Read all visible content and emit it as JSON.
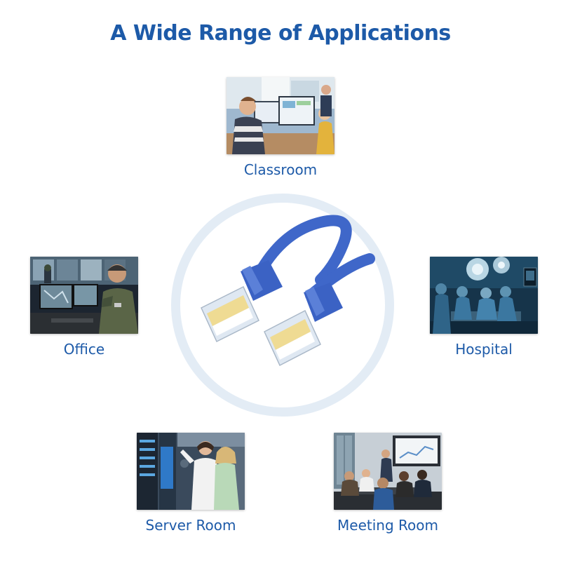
{
  "title": "A Wide Range of Applications",
  "applications": {
    "classroom": {
      "label": "Classroom",
      "photo": "classroom-photo"
    },
    "office": {
      "label": "Office",
      "photo": "office-photo"
    },
    "hospital": {
      "label": "Hospital",
      "photo": "hospital-photo"
    },
    "server_room": {
      "label": "Server Room",
      "photo": "server-room-photo"
    },
    "meeting_room": {
      "label": "Meeting Room",
      "photo": "meeting-room-photo"
    }
  },
  "center": {
    "image": "ethernet-cable-connectors"
  },
  "colors": {
    "accent": "#1d5aa8",
    "cable": "#3f67c9",
    "ring": "#e3ecf5"
  }
}
